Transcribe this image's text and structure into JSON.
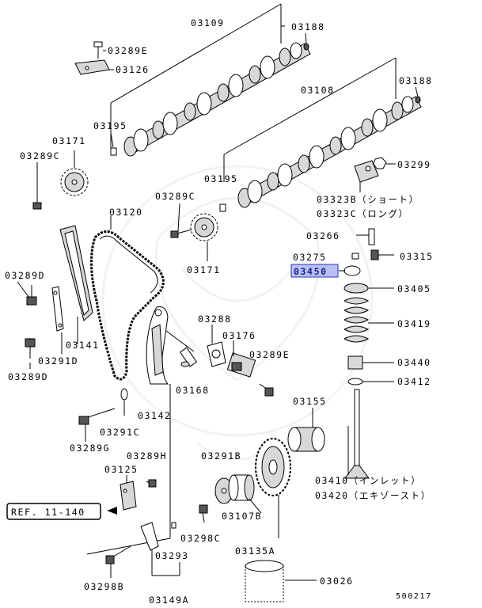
{
  "diagram_id": "500217",
  "highlight_label": "03450",
  "ref_box": "REF. 11-140",
  "labels": [
    "03109",
    "03188",
    "03289E",
    "03126",
    "03108",
    "03188",
    "03195",
    "03171",
    "03289C",
    "03299",
    "03195",
    "03323B（ショート）",
    "03323C（ロング）",
    "03289C",
    "03120",
    "03266",
    "03171",
    "03275",
    "03315",
    "03405",
    "03289D",
    "03288",
    "03176",
    "03419",
    "03141",
    "03289E",
    "03440",
    "03291D",
    "03289D",
    "03168",
    "03412",
    "03155",
    "03142",
    "03291C",
    "03289G",
    "03289H",
    "03291B",
    "03410（インレット）",
    "03420（エキゾースト）",
    "03125",
    "03107B",
    "03298C",
    "03293",
    "03135A",
    "03026",
    "03298B",
    "03149A"
  ]
}
